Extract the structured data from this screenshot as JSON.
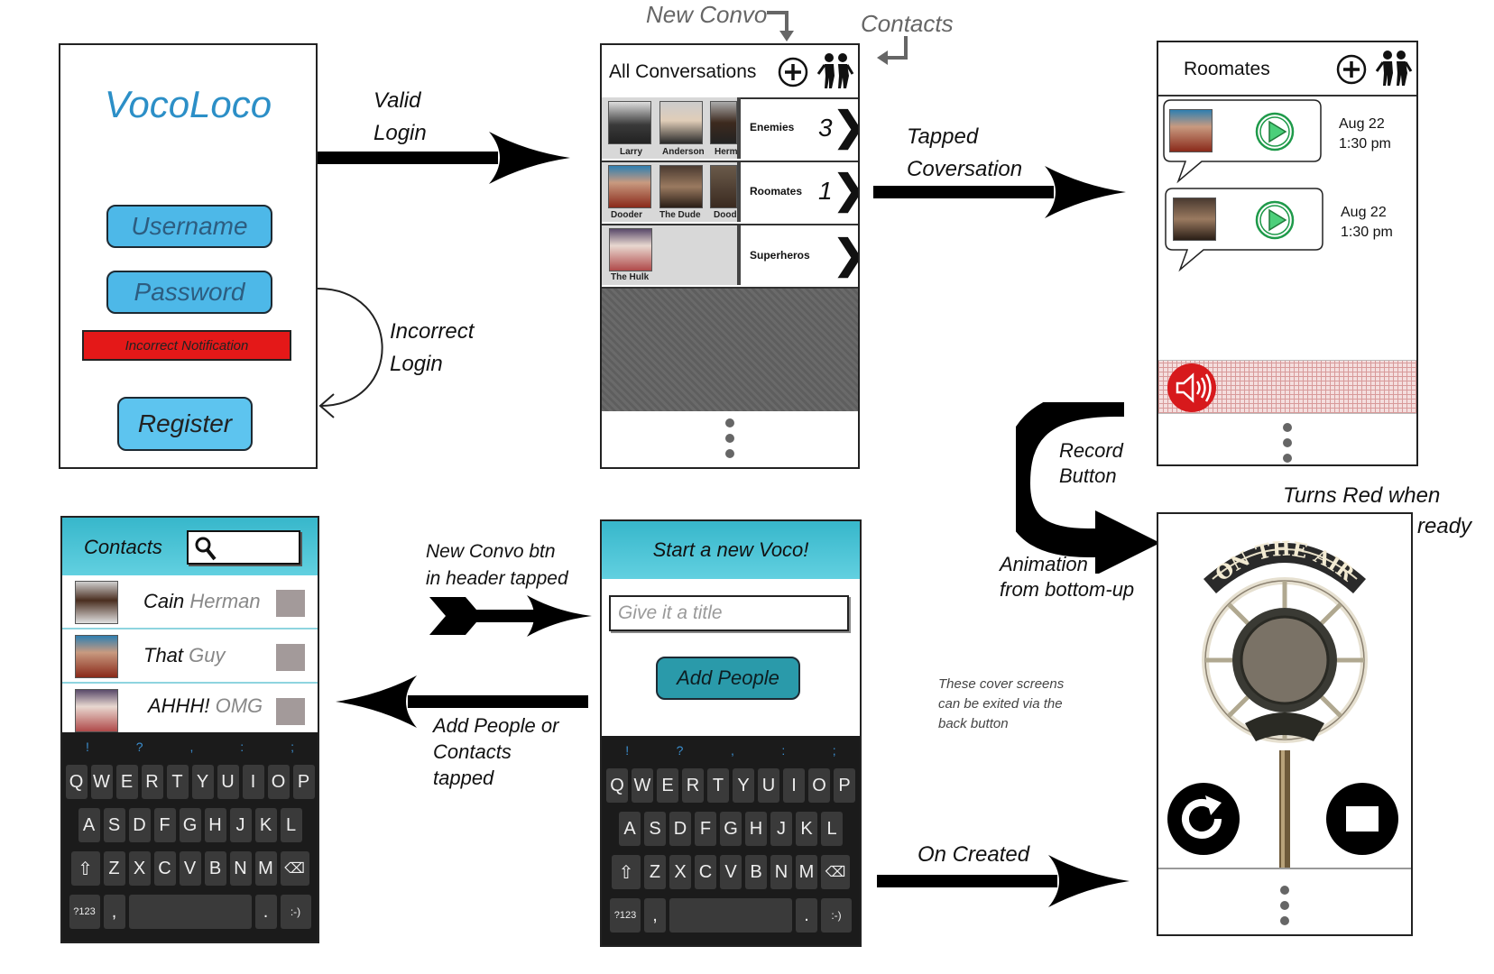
{
  "login": {
    "app_name": "VocoLoco",
    "username_label": "Username",
    "password_label": "Password",
    "error_label": "Incorrect Notification",
    "register_label": "Register"
  },
  "conversations": {
    "title": "All Conversations",
    "top_notes": {
      "new_convo": "New Convo",
      "contacts": "Contacts"
    },
    "groups": [
      {
        "name": "Enemies",
        "count": "3",
        "members": [
          "Larry",
          "Anderson",
          "Herm"
        ]
      },
      {
        "name": "Roomates",
        "count": "1",
        "members": [
          "Dooder",
          "The Dude",
          "Dood"
        ]
      },
      {
        "name": "Superheros",
        "count": "",
        "members": [
          "The Hulk"
        ]
      }
    ]
  },
  "roomates": {
    "title": "Roomates",
    "messages": [
      {
        "date": "Aug 22",
        "time": "1:30 pm"
      },
      {
        "date": "Aug 22",
        "time": "1:30 pm"
      }
    ]
  },
  "record": {
    "turns_red_line1": "Turns Red when",
    "turns_red_line2": "ready",
    "on_the_air": "ON THE AIR",
    "cover_note_lines": [
      "These cover screens",
      "can be exited via the",
      "back button"
    ]
  },
  "new_voco": {
    "title": "Start a new Voco!",
    "title_placeholder": "Give it a title",
    "add_people_label": "Add People"
  },
  "contacts": {
    "title": "Contacts",
    "rows": [
      {
        "first": "Cain",
        "last": "Herman"
      },
      {
        "first": "That",
        "last": "Guy"
      },
      {
        "first": "AHHH!",
        "last": "OMG"
      }
    ]
  },
  "keyboard": {
    "symbols": [
      "!",
      "?",
      ",",
      ":",
      ";"
    ],
    "row1": [
      "Q",
      "W",
      "E",
      "R",
      "T",
      "Y",
      "U",
      "I",
      "O",
      "P"
    ],
    "row2": [
      "A",
      "S",
      "D",
      "F",
      "G",
      "H",
      "J",
      "K",
      "L"
    ],
    "row3": [
      "Z",
      "X",
      "C",
      "V",
      "B",
      "N",
      "M"
    ],
    "mode_key": "?123",
    "comma": ",",
    "period": ".",
    "smiley": ":-)"
  },
  "transitions": {
    "valid_login": [
      "Valid",
      "Login"
    ],
    "incorrect_login": [
      "Incorrect",
      "Login"
    ],
    "tapped_conversation": [
      "Tapped",
      "Coversation"
    ],
    "record_button": [
      "Record",
      "Button"
    ],
    "animation": [
      "Animation",
      "from bottom-up"
    ],
    "new_convo_btn": [
      "New Convo btn",
      "in header tapped"
    ],
    "add_people_or_contacts": [
      "Add People or",
      "Contacts",
      "tapped"
    ],
    "on_created": "On Created"
  },
  "colors": {
    "login_button": "#4db8e8",
    "error_red": "#e41818",
    "header_teal": "#4cc3d6",
    "add_people_button": "#2a9aaa",
    "brand_blue": "#2c8fc7",
    "record_red": "#d7191c"
  }
}
